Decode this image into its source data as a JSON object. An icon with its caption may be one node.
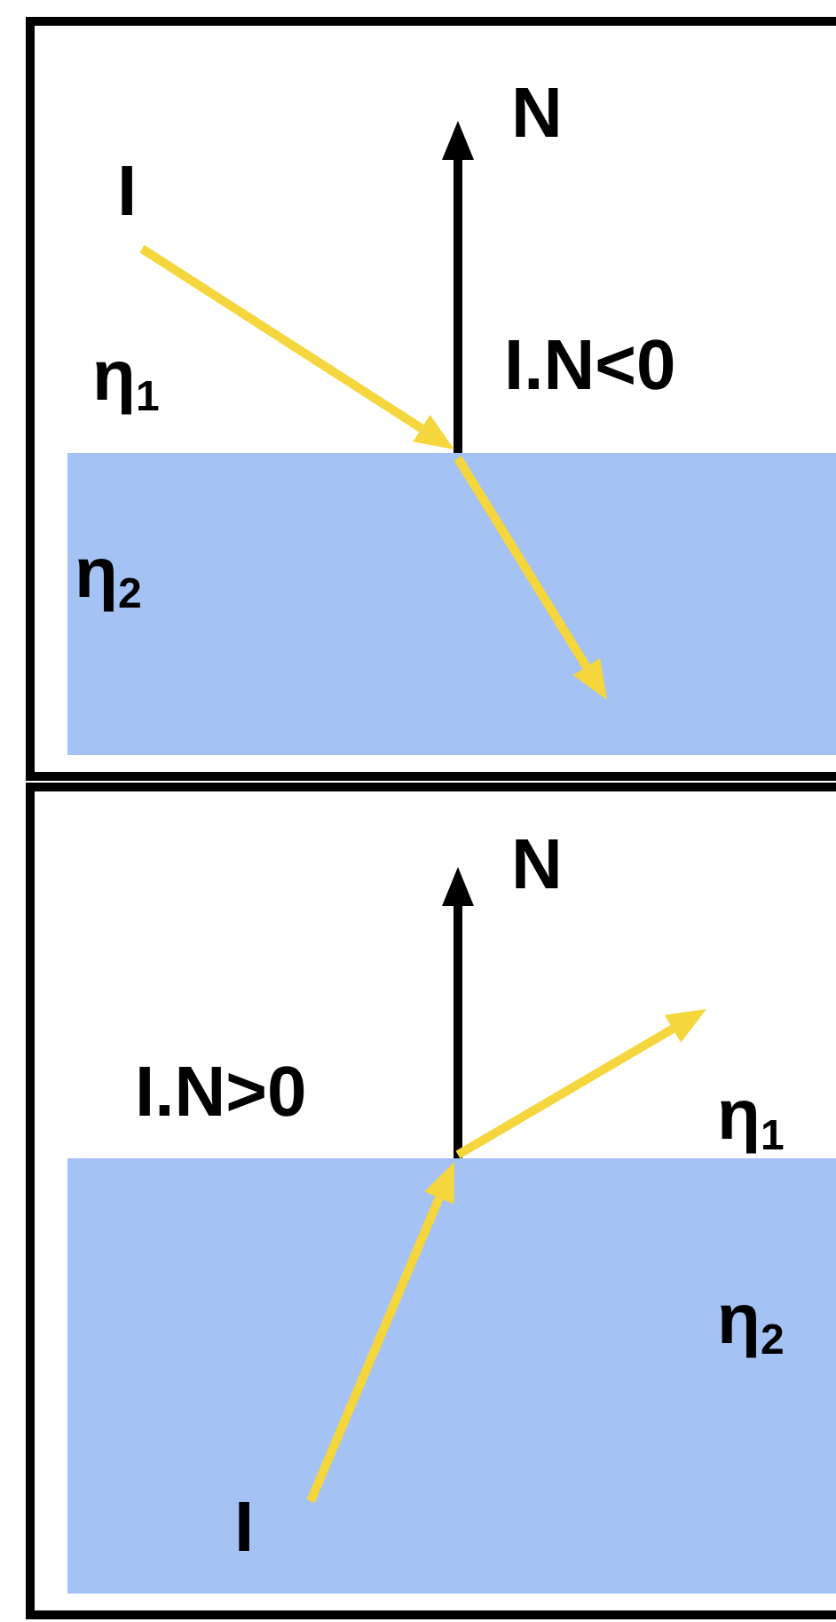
{
  "diagram": {
    "labels": [
      "N",
      "I",
      "η$_{1}$",
      "I.N<0",
      "η$_{2}$",
      "N",
      "I.N>0",
      "η$_{1}$",
      "η$_{2}$",
      "I"
    ]
  }
}
